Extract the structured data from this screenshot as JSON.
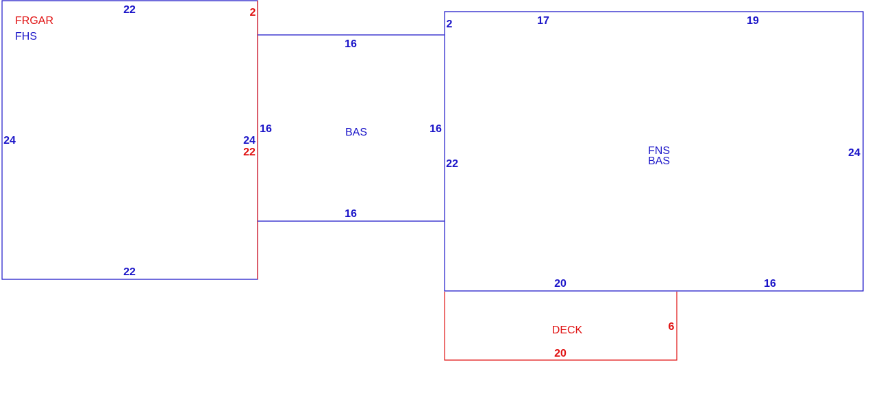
{
  "colors": {
    "living": "#1a14c8",
    "garage": "#e01010"
  },
  "areas": {
    "garage": {
      "labels": [
        "FRGAR",
        "FHS"
      ],
      "dims": {
        "top": "22",
        "top_right": "2",
        "left": "24",
        "right_upper": "24",
        "right_lower": "22",
        "bottom": "22"
      }
    },
    "connector": {
      "label": "BAS",
      "dims": {
        "top": "16",
        "bottom": "16",
        "left": "16",
        "right": "16"
      }
    },
    "main": {
      "labels": [
        "FNS",
        "BAS"
      ],
      "dims": {
        "top_left": "17",
        "top_right": "19",
        "step": "2",
        "left": "22",
        "right": "24",
        "bottom_left": "20",
        "bottom_right": "16"
      }
    },
    "deck": {
      "label": "DECK",
      "dims": {
        "right": "6",
        "bottom": "20"
      }
    }
  }
}
